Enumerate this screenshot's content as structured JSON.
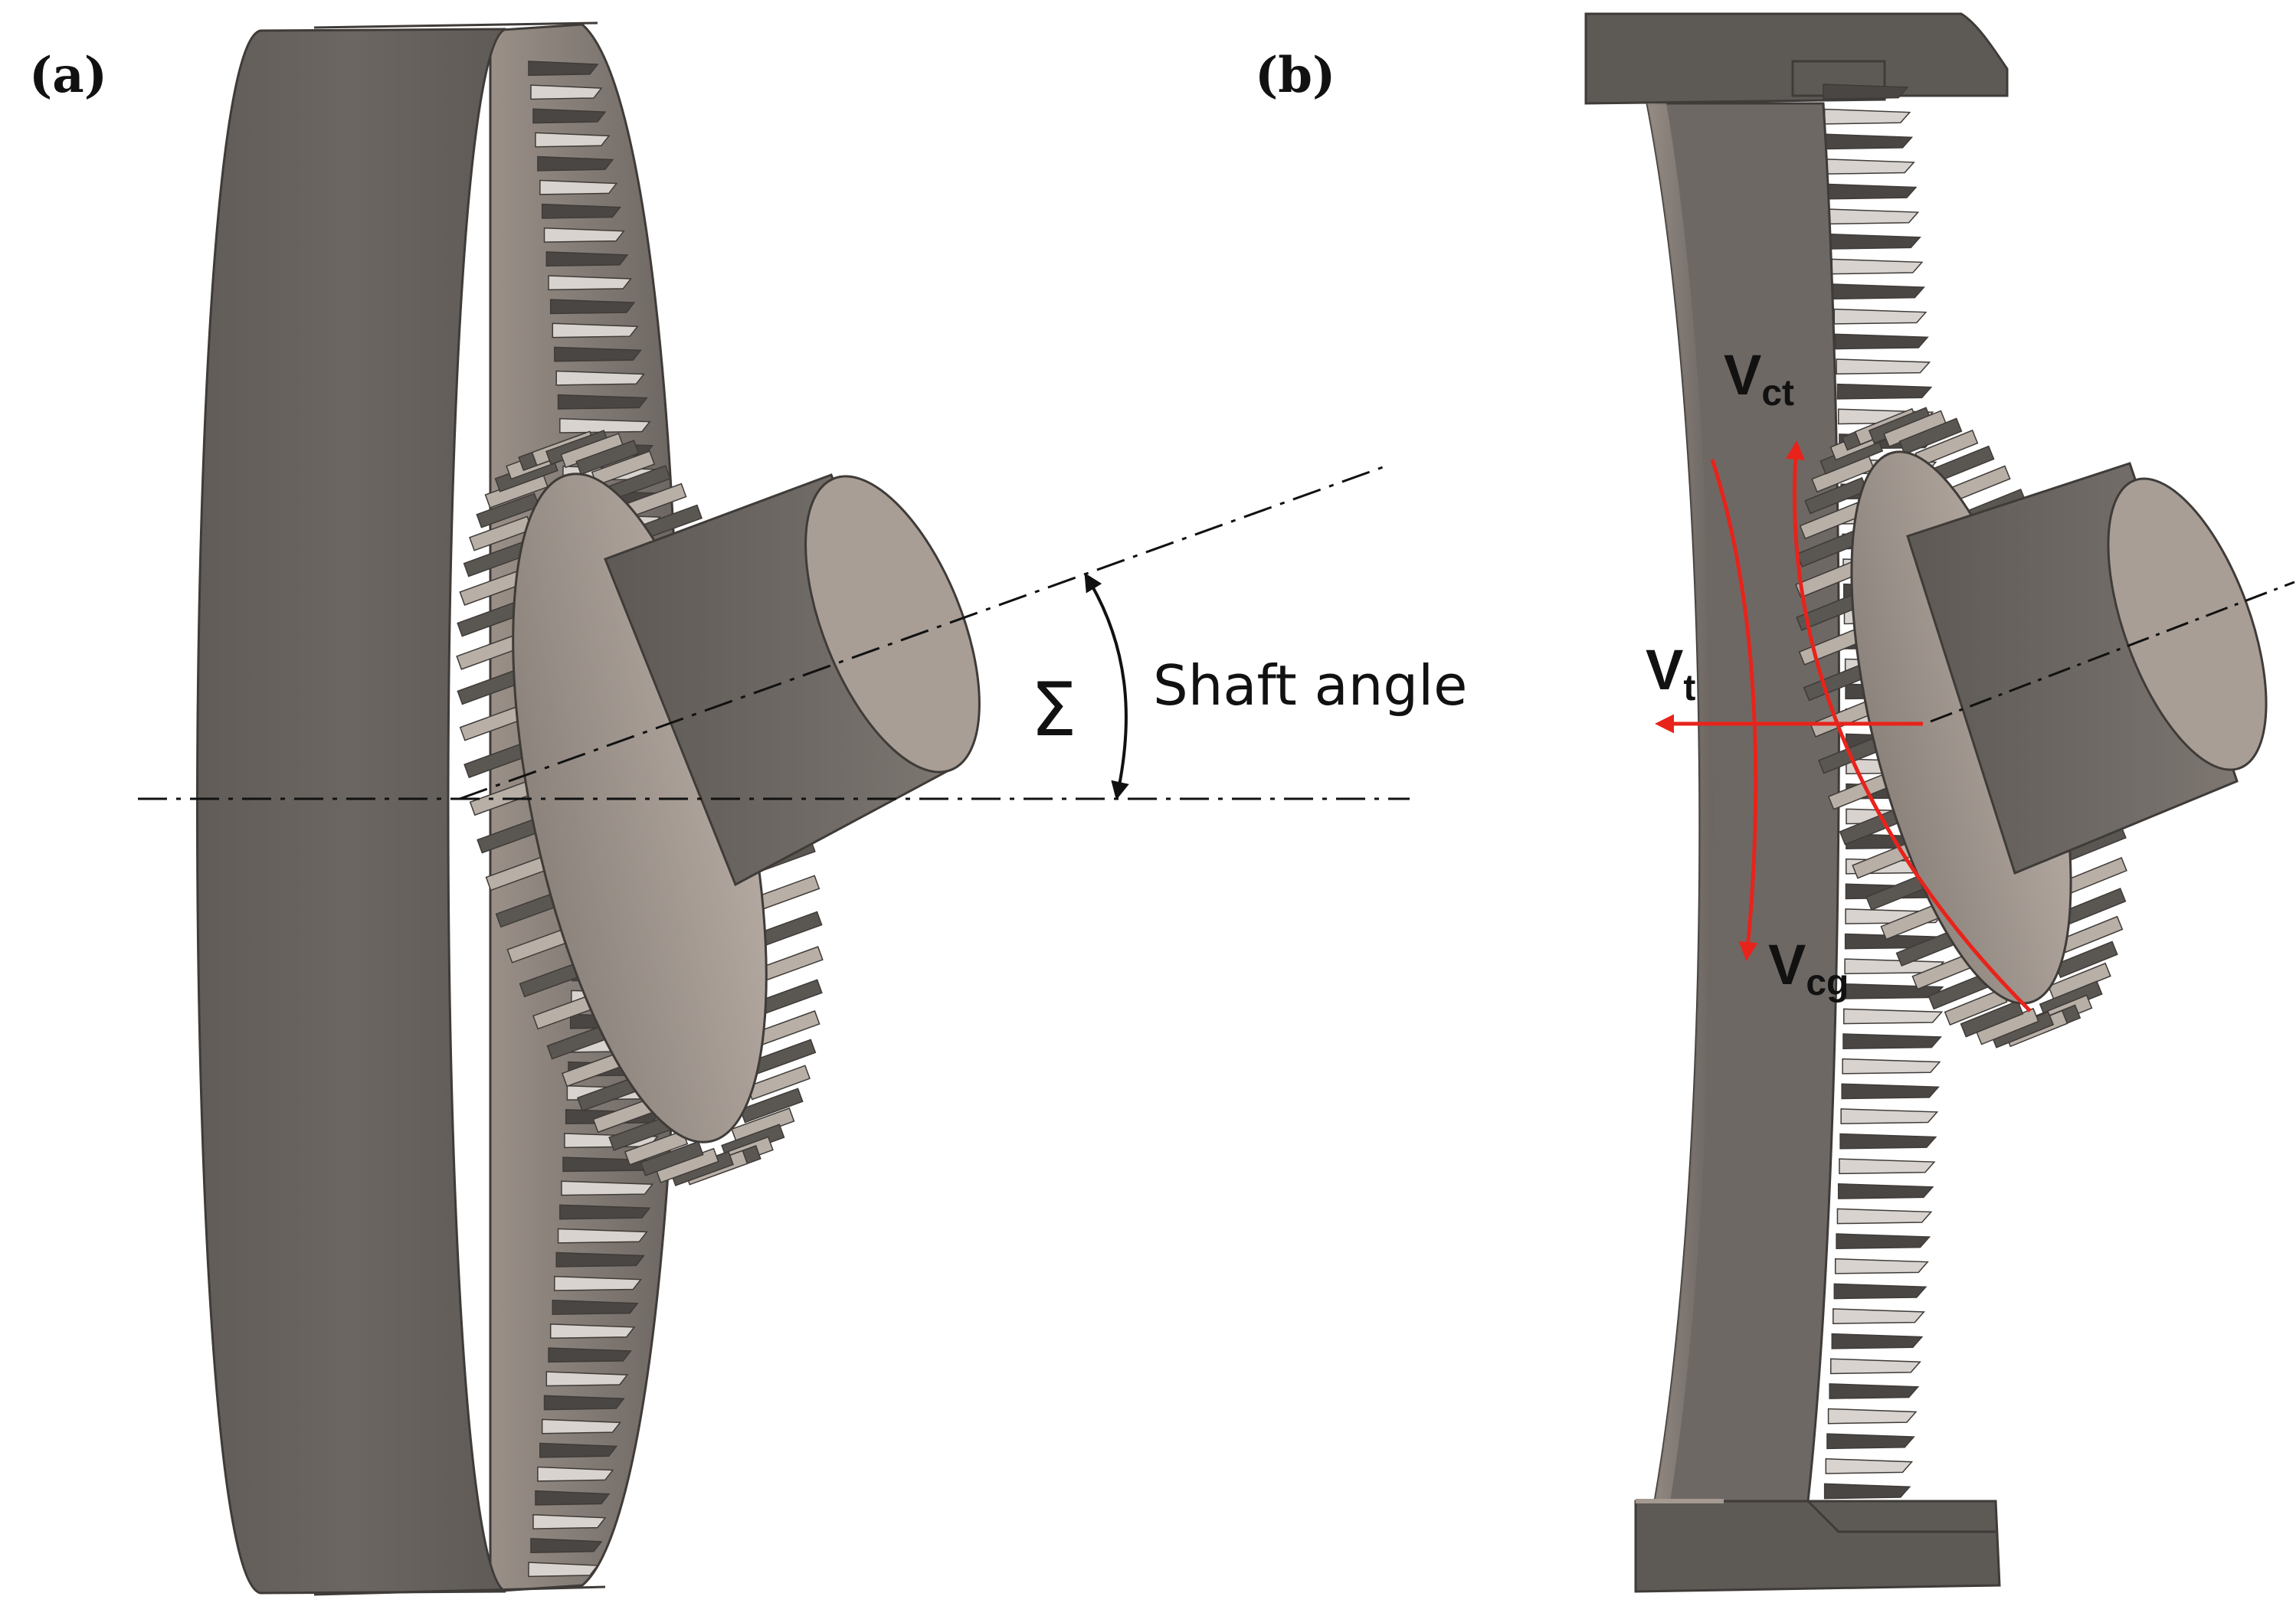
{
  "panels": {
    "a": {
      "label": "(a)"
    },
    "b": {
      "label": "(b)"
    }
  },
  "annotations": {
    "sigma_symbol": "Σ",
    "shaft_angle": "Shaft angle"
  },
  "velocities": {
    "vct": {
      "base": "V",
      "sub": "ct"
    },
    "vt": {
      "base": "V",
      "sub": "t"
    },
    "vcg": {
      "base": "V",
      "sub": "cg"
    }
  },
  "colors": {
    "gear_body": "#686360",
    "gear_face": "#6f6a66",
    "gear_light": "#a49a92",
    "gear_edge": "#3f3b38",
    "teeth_dark": "#4a4643",
    "teeth_light": "#d8d3ce",
    "shaft_end": "#a89e96",
    "shaft_side": "#6a6561",
    "velocity_arrow": "#e8231b",
    "axis_line": "#111111"
  }
}
